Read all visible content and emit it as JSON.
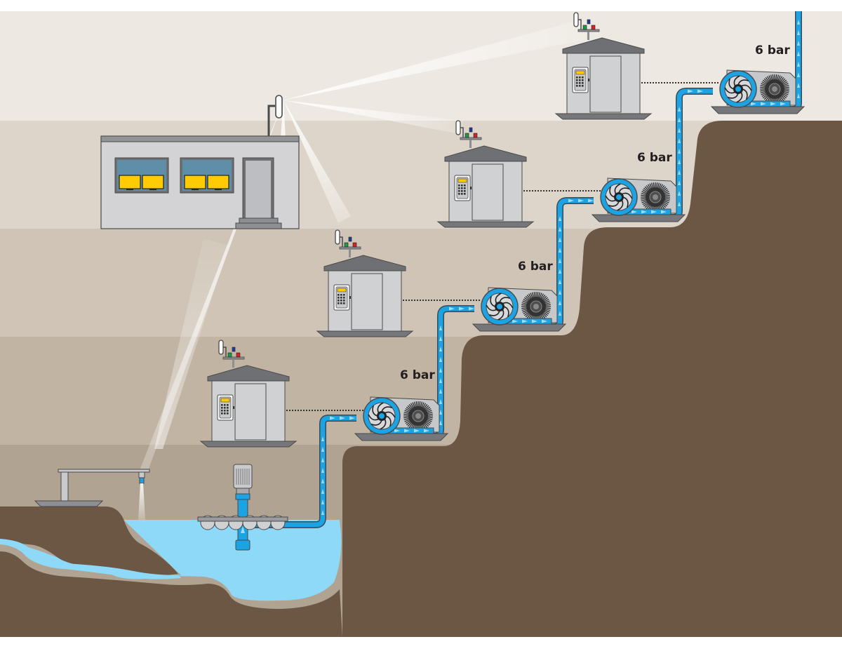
{
  "diagram": {
    "title": "Multi-stage booster pump water supply with wireless remote control",
    "colors": {
      "sky_bands": [
        "#ede8e1",
        "#ddd5c9",
        "#cfc4b6",
        "#c1b4a3",
        "#b1a392"
      ],
      "ground": "#6b5744",
      "water": "#8ed8f8",
      "pipe": "#1ba3e3",
      "pipe_dark": "#0f7fb8",
      "flow_arrow": "#9fdcf6",
      "building_wall": "#d3d3d5",
      "building_roof": "#929396",
      "window_glass": "#5f8fa8",
      "monitor": "#ffcb05",
      "cabinet_wall": "#d0d1d3",
      "cabinet_roof": "#6f7073",
      "pump_housing": "#c7c8ca",
      "signal_beam": "#ffffff",
      "beacon_green": "#1a9a48",
      "beacon_red": "#d2232a",
      "beacon_blue": "#1f3b9a",
      "label_text": "#231f20"
    },
    "control_center": {
      "name": "control-building",
      "windows": 2,
      "monitors_per_window": 2,
      "antenna": "wireless-antenna"
    },
    "intake": {
      "name": "vertical-intake-pump",
      "float_buoys": 6
    },
    "remote_sprinkler": {
      "name": "water-outlet-nozzle"
    },
    "stations": [
      {
        "id": 1,
        "pressure_label": "6 bar",
        "cabinet": "control-cabinet-1",
        "pump": "booster-pump-1"
      },
      {
        "id": 2,
        "pressure_label": "6 bar",
        "cabinet": "control-cabinet-2",
        "pump": "booster-pump-2"
      },
      {
        "id": 3,
        "pressure_label": "6 bar",
        "cabinet": "control-cabinet-3",
        "pump": "booster-pump-3"
      },
      {
        "id": 4,
        "pressure_label": "6 bar",
        "cabinet": "control-cabinet-4",
        "pump": "booster-pump-4"
      }
    ]
  }
}
